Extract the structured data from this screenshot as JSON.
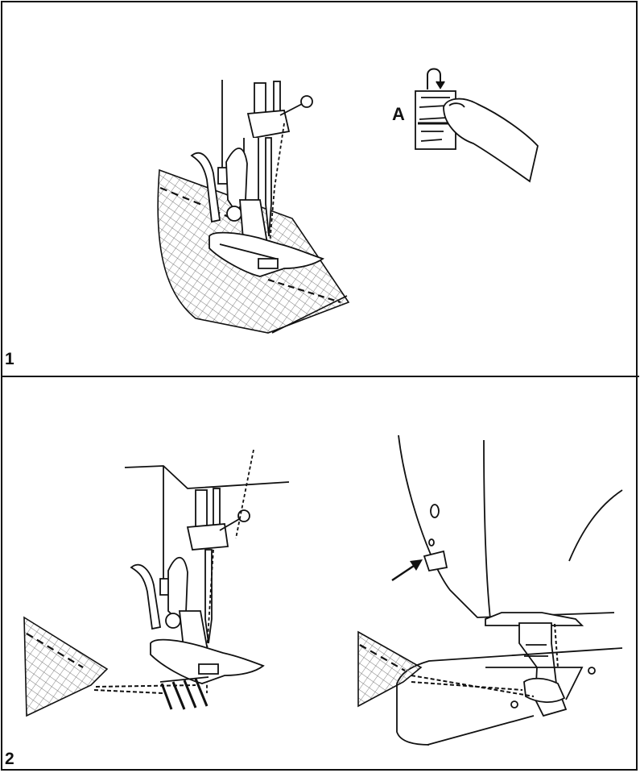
{
  "panels": [
    {
      "number": "1",
      "callout_label": "A"
    },
    {
      "number": "2"
    }
  ],
  "colors": {
    "ink": "#111111",
    "paper": "#ffffff",
    "fabric_grid": "#777777"
  },
  "icons": [
    "presser-foot-illustration",
    "reverse-lever-illustration",
    "finger-illustration",
    "arrow-icon",
    "thread-cutter-illustration"
  ]
}
